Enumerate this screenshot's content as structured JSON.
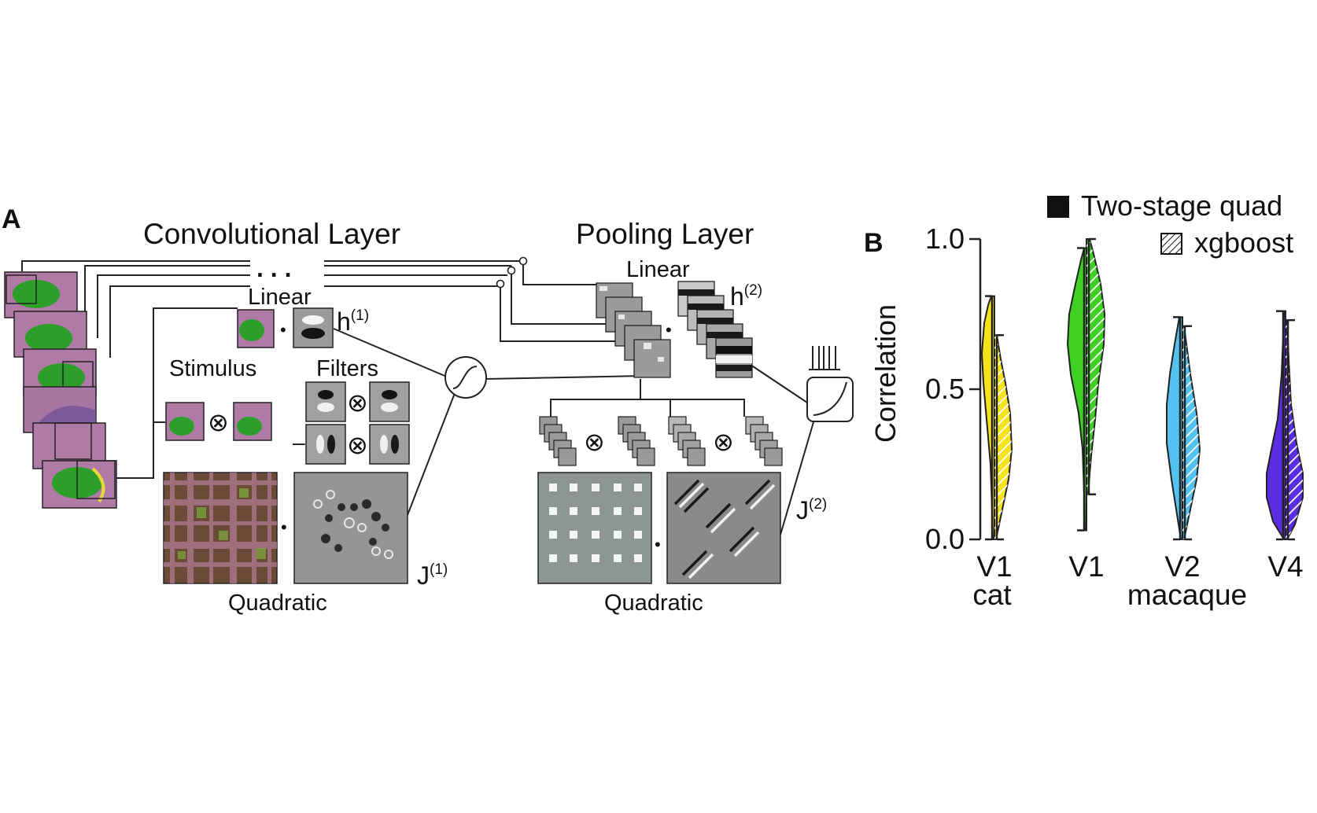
{
  "panel_a": {
    "letter": "A",
    "conv_title": "Convolutional Layer",
    "pool_title": "Pooling Layer",
    "dots": ". . .",
    "conv_linear": "Linear",
    "pool_linear": "Linear",
    "stimulus": "Stimulus",
    "filters": "Filters",
    "h1_base": "h",
    "h1_sup": "(1)",
    "h2_base": "h",
    "h2_sup": "(2)",
    "j1_base": "J",
    "j1_sup": "(1)",
    "j2_base": "J",
    "j2_sup": "(2)",
    "quadratic_left": "Quadratic",
    "quadratic_right": "Quadratic",
    "dot_op": "•",
    "otimes": "⊗",
    "minus": "–"
  },
  "panel_b": {
    "letter": "B"
  },
  "chart_data": {
    "type": "violin",
    "ylabel": "Correlation",
    "ylim": [
      0,
      1
    ],
    "yticks": [
      "0.0",
      "0.5",
      "1.0"
    ],
    "legend": [
      {
        "name": "Two-stage quad",
        "pattern": "solid"
      },
      {
        "name": "xgboost",
        "pattern": "hatched"
      }
    ],
    "legend_position": "top-right",
    "categories": [
      {
        "label": "V1",
        "group": "cat",
        "color": "#f4e21c"
      },
      {
        "label": "V1",
        "group": "",
        "color": "#3fd024"
      },
      {
        "label": "V2",
        "group": "macaque",
        "color": "#53c2ee"
      },
      {
        "label": "V4",
        "group": "",
        "color": "#5a2ce2"
      }
    ],
    "series": [
      {
        "name": "Two-stage quad",
        "min": [
          0.0,
          0.03,
          0.0,
          0.0
        ],
        "max": [
          0.81,
          0.97,
          0.74,
          0.76
        ]
      },
      {
        "name": "xgboost",
        "min": [
          0.0,
          0.15,
          0.0,
          0.0
        ],
        "max": [
          0.68,
          1.0,
          0.71,
          0.73
        ]
      }
    ]
  }
}
